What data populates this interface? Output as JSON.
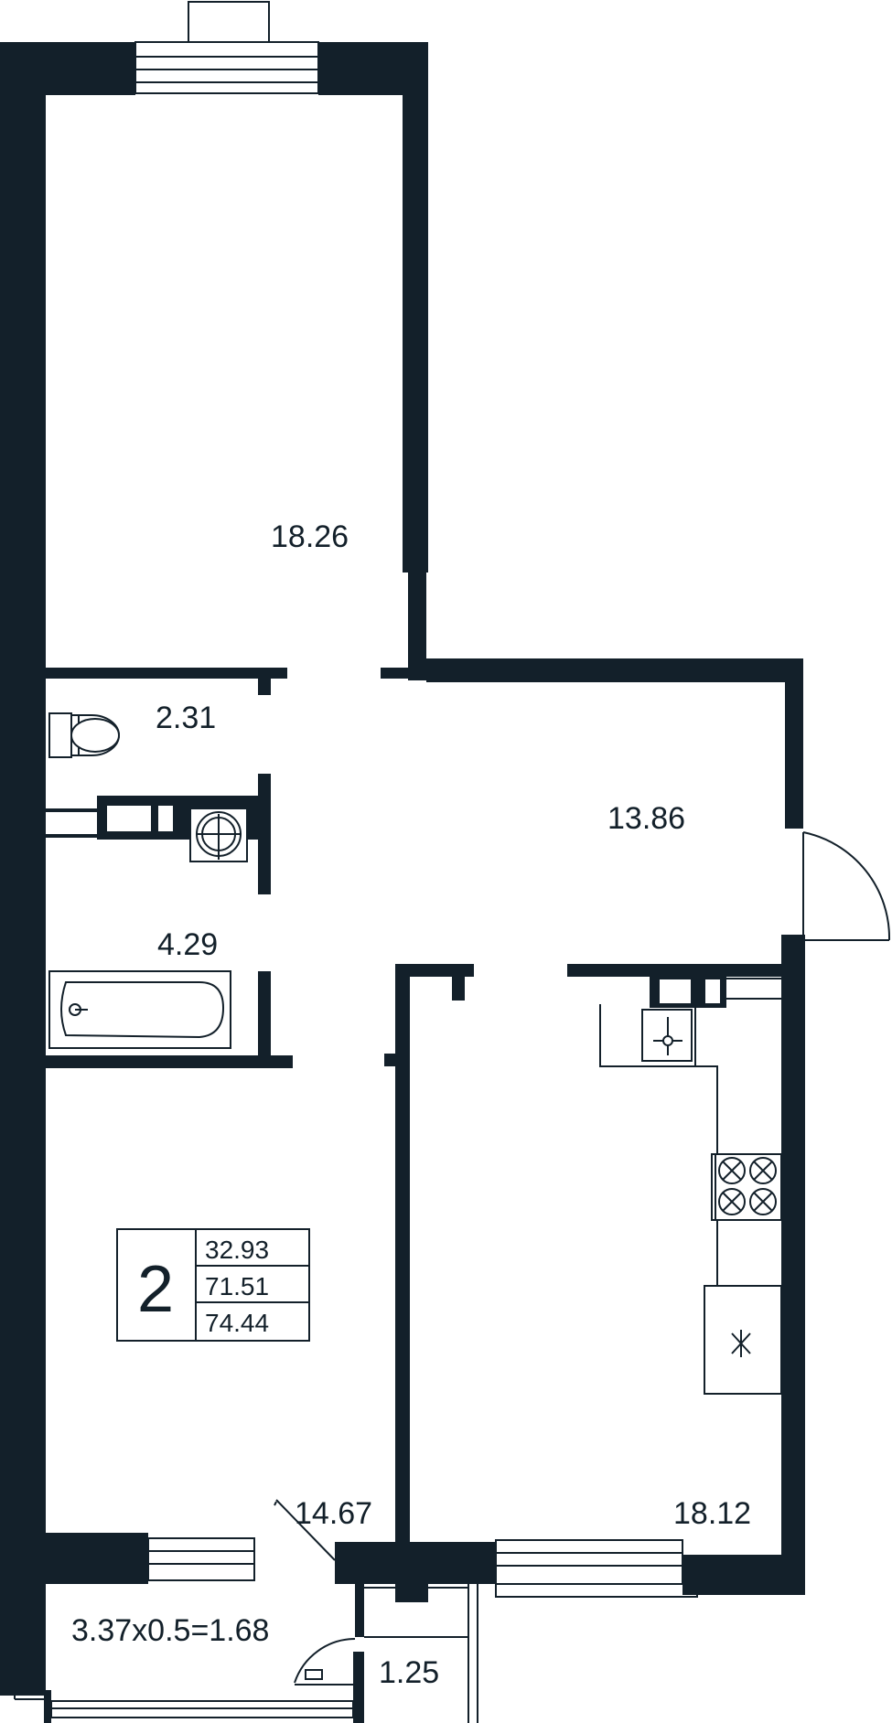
{
  "rooms": [
    {
      "id": "room-top-left",
      "area": "18.26"
    },
    {
      "id": "toilet",
      "area": "2.31"
    },
    {
      "id": "hall",
      "area": "13.86"
    },
    {
      "id": "bathroom",
      "area": "4.29"
    },
    {
      "id": "room-bottom-left",
      "area": "14.67"
    },
    {
      "id": "kitchen",
      "area": "18.12"
    },
    {
      "id": "loggia",
      "area": "1.25"
    }
  ],
  "balcony_formula": "3.37x0.5=1.68",
  "summary": {
    "rooms_count": "2",
    "living_area": "32.93",
    "total_area": "71.51",
    "total_with_balcony": "74.44"
  },
  "colors": {
    "wall": "#13202a",
    "background": "#ffffff"
  }
}
